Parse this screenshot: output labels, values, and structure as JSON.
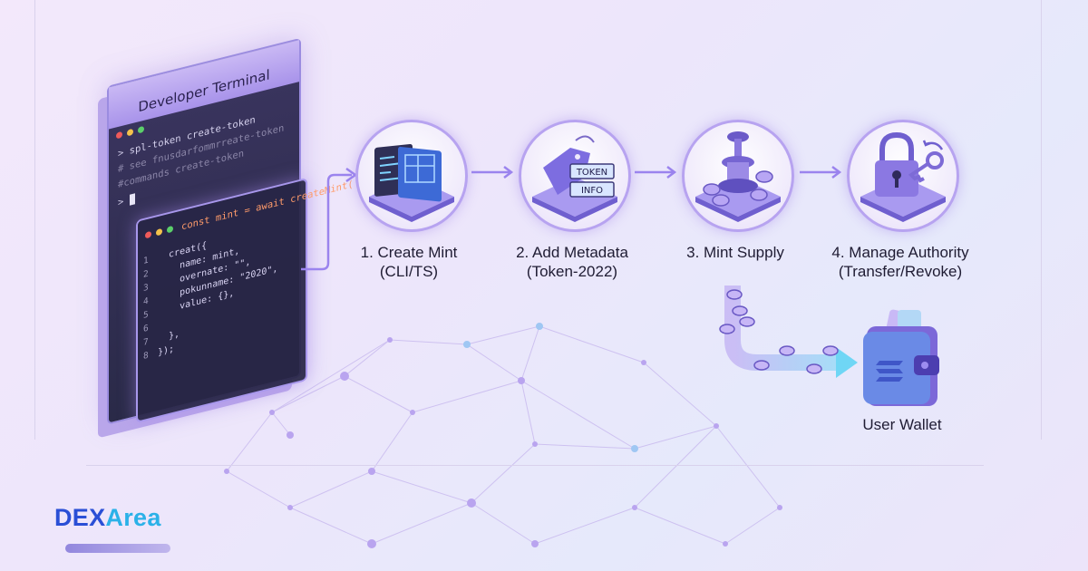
{
  "terminal": {
    "title": "Developer Terminal",
    "lines": [
      "> spl-token create-token",
      "  # see fnusdarfommrreate-token",
      "  #commands create-token",
      ">"
    ],
    "editor_header": "const mint = await createMint(",
    "code_lines": [
      "  creat({",
      "    name: mint,",
      "    overnate: \"\",",
      "    pokunname: \"2020\",",
      "    value: {},",
      "",
      "  },",
      "});"
    ],
    "line_numbers": [
      "1",
      "2",
      "3",
      "4",
      "5",
      "6",
      "7",
      "8"
    ]
  },
  "steps": [
    {
      "label": "1. Create Mint",
      "sub": "(CLI/TS)",
      "icon": "blueprint-icon"
    },
    {
      "label": "2. Add Metadata",
      "sub": "(Token-2022)",
      "icon": "tag-icon",
      "tag_lines": [
        "TOKEN",
        "INFO"
      ]
    },
    {
      "label": "3. Mint Supply",
      "sub": "",
      "icon": "stamp-coins-icon"
    },
    {
      "label": "4. Manage Authority",
      "sub": "(Transfer/Revoke)",
      "icon": "padlock-key-icon"
    }
  ],
  "wallet": {
    "label": "User Wallet",
    "icon": "wallet-icon"
  },
  "brand": {
    "name_main": "DEX",
    "name_accent": "Area"
  },
  "colors": {
    "accent": "#8a6ee8",
    "circle_border": "#b7a3f0",
    "logo_main": "#2a4fd6",
    "logo_accent": "#2bb1e8"
  }
}
